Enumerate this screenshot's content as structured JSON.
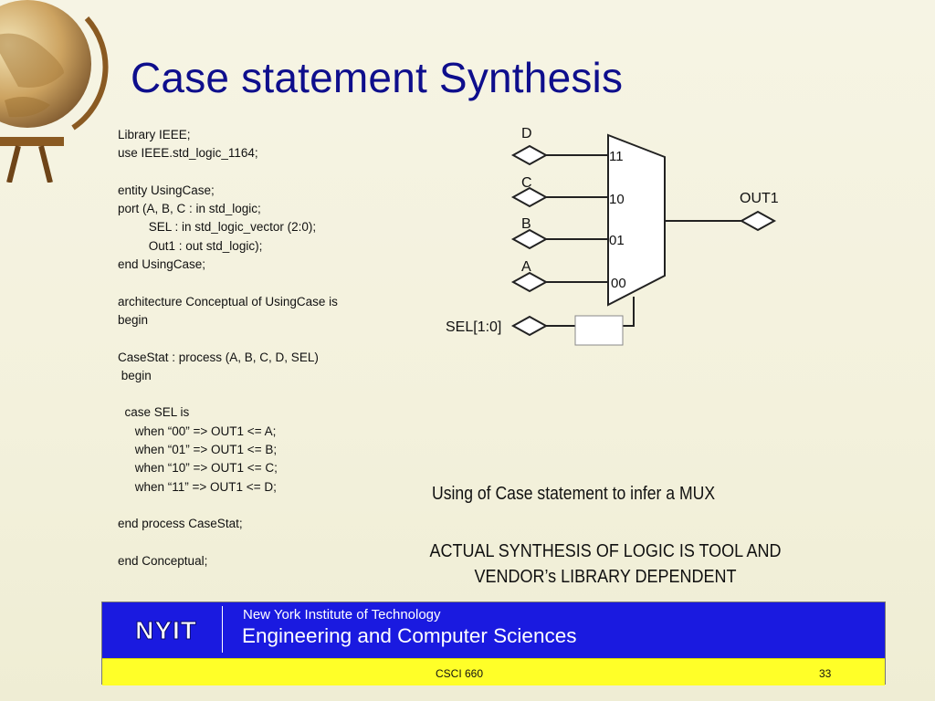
{
  "slide": {
    "title": "Case statement Synthesis",
    "code_lines": [
      "Library IEEE;",
      "use IEEE.std_logic_1164;",
      "",
      "entity UsingCase;",
      "port (A, B, C : in std_logic;",
      "         SEL : in std_logic_vector (2:0);",
      "         Out1 : out std_logic);",
      "end UsingCase;",
      "",
      "architecture Conceptual of UsingCase is",
      "begin",
      "",
      "CaseStat : process (A, B, C, D, SEL)",
      " begin",
      "",
      "  case SEL is",
      "     when “00” => OUT1 <= A;",
      "     when “01” => OUT1 <= B;",
      "     when “10” => OUT1 <= C;",
      "     when “11” => OUT1 <= D;",
      "",
      "end process CaseStat;",
      "",
      "end Conceptual;"
    ],
    "diagram": {
      "inputs": [
        "D",
        "C",
        "B",
        "A"
      ],
      "mux_labels": [
        "11",
        "10",
        "01",
        "00"
      ],
      "output": "OUT1",
      "select": "SEL[1:0]"
    },
    "caption": "Using of Case statement to infer a MUX",
    "note_lines": [
      "ACTUAL SYNTHESIS OF LOGIC IS TOOL AND",
      "VENDOR’s LIBRARY DEPENDENT"
    ]
  },
  "footer": {
    "logo_text": "NYIT",
    "institution": "New York Institute of Technology",
    "department": "Engineering and Computer Sciences",
    "course": "CSCI 660",
    "page_number": "33"
  },
  "colors": {
    "title": "#0e0e8c",
    "footer_blue": "#1a1ae0",
    "footer_yellow": "#ffff28"
  }
}
